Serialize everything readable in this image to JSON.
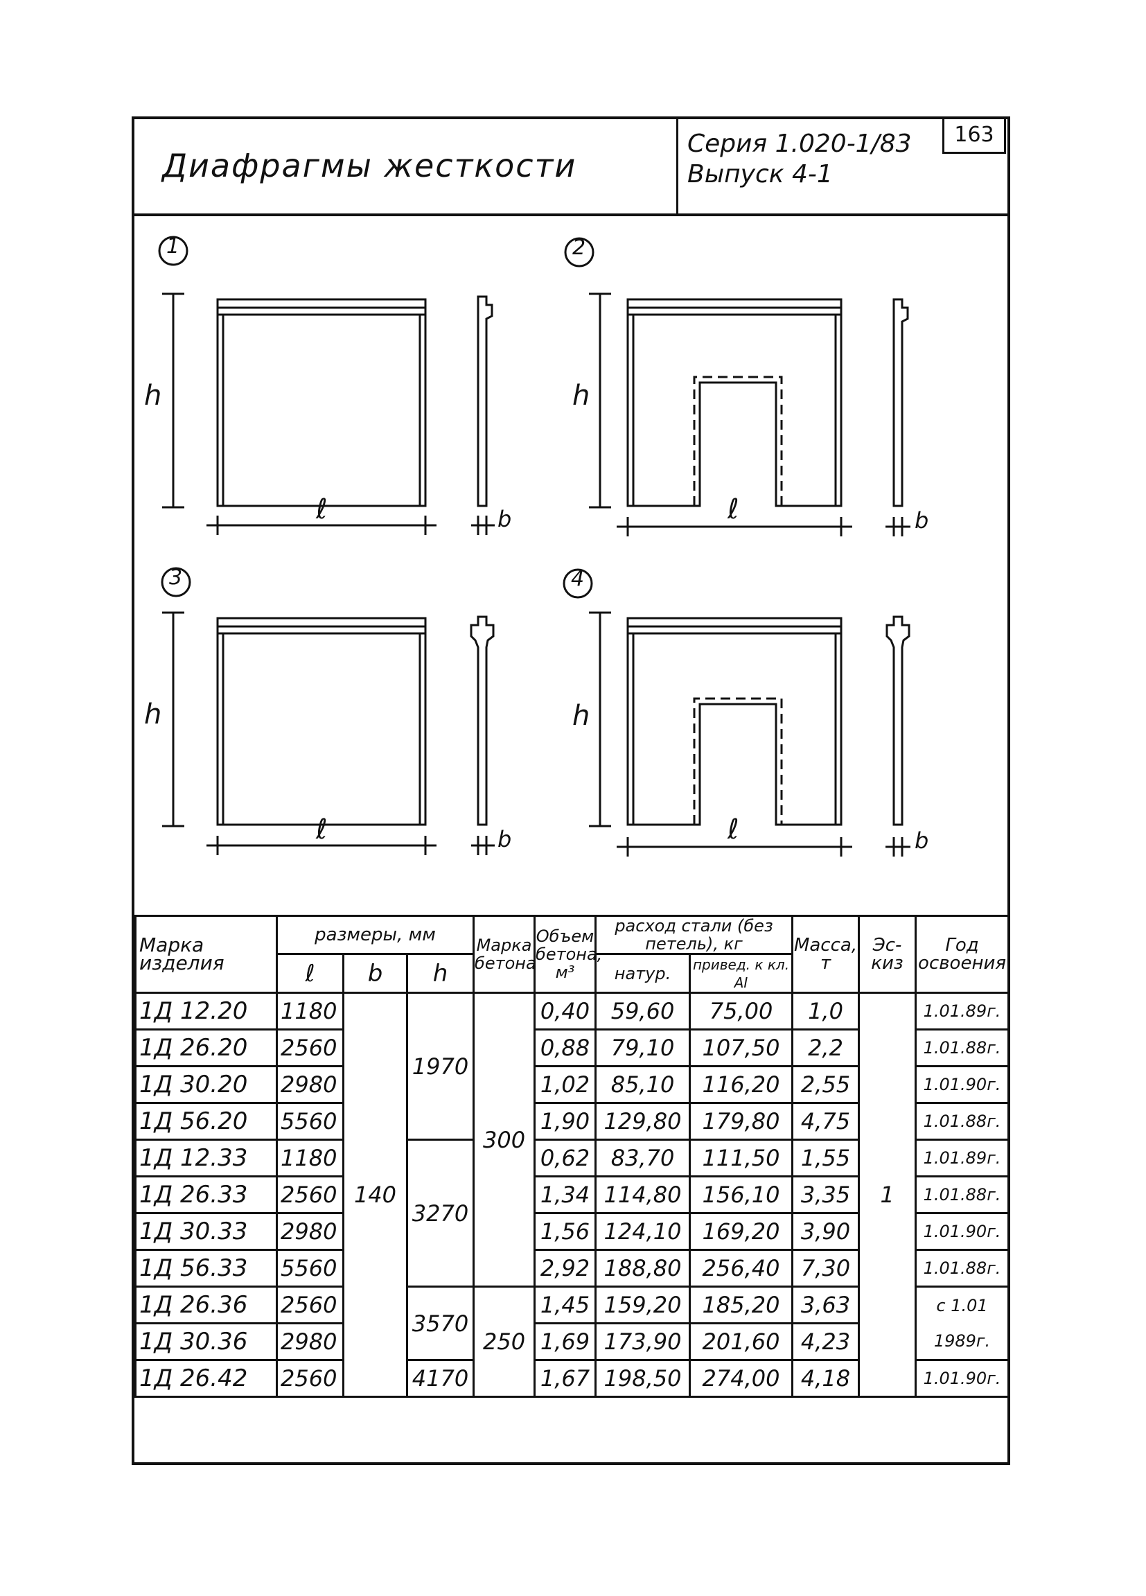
{
  "title": "Диафрагмы жесткости",
  "series_line1": "Серия 1.020-1/83",
  "series_line2": "Выпуск 4-1",
  "sheet_number": "163",
  "drawings": [
    {
      "number": "1",
      "dim_h": "h",
      "dim_l": "ℓ",
      "dim_b": "b"
    },
    {
      "number": "2",
      "dim_h": "h",
      "dim_l": "ℓ",
      "dim_b": "b"
    },
    {
      "number": "3",
      "dim_h": "h",
      "dim_l": "ℓ",
      "dim_b": "b"
    },
    {
      "number": "4",
      "dim_h": "h",
      "dim_l": "ℓ",
      "dim_b": "b"
    }
  ],
  "table": {
    "headers": {
      "mark": "Марка изделия",
      "sizes": "размеры, мм",
      "l": "ℓ",
      "b": "b",
      "h": "h",
      "concrete_grade": "Марка бетона",
      "concrete_volume": "Объем бетона, м³",
      "steel": "расход стали (без петель), кг",
      "steel_nat": "натур.",
      "steel_red": "привед. к кл. AI",
      "mass": "Масса, т",
      "sketch": "Эс-киз",
      "year": "Год освоения"
    },
    "b_value": "140",
    "h_groups": [
      "1970",
      "3270",
      "3570",
      "4170"
    ],
    "grade_groups": [
      "300",
      "250"
    ],
    "sketch_value": "1",
    "rows": [
      {
        "mark": "1Д 12.20",
        "l": "1180",
        "vol": "0,40",
        "nat": "59,60",
        "red": "75,00",
        "mass": "1,0",
        "year": "1.01.89г."
      },
      {
        "mark": "1Д 26.20",
        "l": "2560",
        "vol": "0,88",
        "nat": "79,10",
        "red": "107,50",
        "mass": "2,2",
        "year": "1.01.88г."
      },
      {
        "mark": "1Д 30.20",
        "l": "2980",
        "vol": "1,02",
        "nat": "85,10",
        "red": "116,20",
        "mass": "2,55",
        "year": "1.01.90г."
      },
      {
        "mark": "1Д 56.20",
        "l": "5560",
        "vol": "1,90",
        "nat": "129,80",
        "red": "179,80",
        "mass": "4,75",
        "year": "1.01.88г."
      },
      {
        "mark": "1Д 12.33",
        "l": "1180",
        "vol": "0,62",
        "nat": "83,70",
        "red": "111,50",
        "mass": "1,55",
        "year": "1.01.89г."
      },
      {
        "mark": "1Д 26.33",
        "l": "2560",
        "vol": "1,34",
        "nat": "114,80",
        "red": "156,10",
        "mass": "3,35",
        "year": "1.01.88г."
      },
      {
        "mark": "1Д 30.33",
        "l": "2980",
        "vol": "1,56",
        "nat": "124,10",
        "red": "169,20",
        "mass": "3,90",
        "year": "1.01.90г."
      },
      {
        "mark": "1Д 56.33",
        "l": "5560",
        "vol": "2,92",
        "nat": "188,80",
        "red": "256,40",
        "mass": "7,30",
        "year": "1.01.88г."
      },
      {
        "mark": "1Д 26.36",
        "l": "2560",
        "vol": "1,45",
        "nat": "159,20",
        "red": "185,20",
        "mass": "3,63",
        "year": "с 1.01"
      },
      {
        "mark": "1Д 30.36",
        "l": "2980",
        "vol": "1,69",
        "nat": "173,90",
        "red": "201,60",
        "mass": "4,23",
        "year": "1989г."
      },
      {
        "mark": "1Д 26.42",
        "l": "2560",
        "vol": "1,67",
        "nat": "198,50",
        "red": "274,00",
        "mass": "4,18",
        "year": "1.01.90г."
      }
    ]
  }
}
